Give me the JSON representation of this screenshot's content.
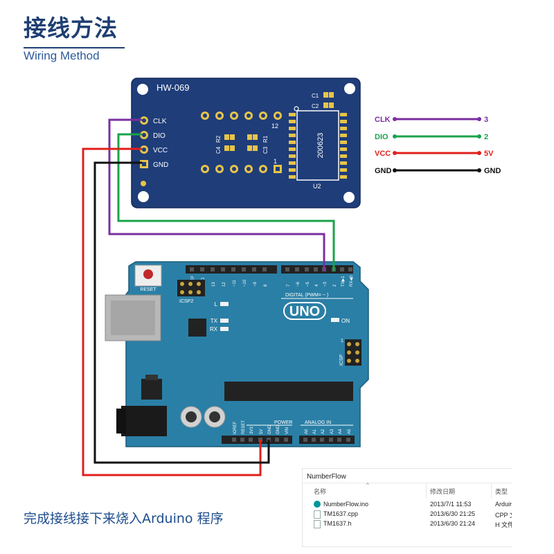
{
  "title": {
    "cn": "接线方法",
    "en": "Wiring Method"
  },
  "module": {
    "label": "HW-069",
    "pins": [
      "CLK",
      "DIO",
      "VCC",
      "GND"
    ],
    "chip_label": "200623",
    "chip_ref": "U2",
    "components": {
      "c1": "C1",
      "c2": "C2",
      "r1": "R1",
      "r2": "R2",
      "c3": "C3",
      "c4": "C4"
    },
    "display_pin_12": "12",
    "display_pin_1": "1",
    "color": "#1f3d79"
  },
  "wiring": [
    {
      "module_pin": "CLK",
      "arduino_pin": "3",
      "color": "#7b2fa0"
    },
    {
      "module_pin": "DIO",
      "arduino_pin": "2",
      "color": "#1aa34a"
    },
    {
      "module_pin": "VCC",
      "arduino_pin": "5V",
      "color": "#e0201b"
    },
    {
      "module_pin": "GND",
      "arduino_pin": "GND",
      "color": "#111111"
    }
  ],
  "arduino": {
    "model_label": "UNO",
    "reset_label": "RESET",
    "icsp2_label": "ICSP2",
    "icsp_label": "ICSP",
    "icsp_pin1": "1",
    "on_label": "ON",
    "led_labels": [
      "L",
      "TX",
      "RX"
    ],
    "digital_label": "DIGITAL (PWM= ~ )",
    "power_label": "POWER",
    "analog_label": "ANALOG IN",
    "digital_pins": [
      "AREF",
      "GND",
      "13",
      "12",
      "~11",
      "~10",
      "~9",
      "8",
      "7",
      "~6",
      "~5",
      "4",
      "~3",
      "2",
      "TX▶1",
      "RX◀0"
    ],
    "power_pins": [
      "IOREF",
      "RESET",
      "3V3",
      "5V",
      "GND",
      "GND",
      "VIN"
    ],
    "analog_pins": [
      "A0",
      "A1",
      "A2",
      "A3",
      "A4",
      "A5"
    ],
    "color": "#2a7fa6"
  },
  "caption": "完成接线接下来烧入Arduino 程序",
  "explorer": {
    "folder": "NumberFlow",
    "columns": [
      "名称",
      "修改日期",
      "类型"
    ],
    "files": [
      {
        "name": "NumberFlow.ino",
        "date": "2013/7/1 11:53",
        "type": "Arduir",
        "icon": "arduino-file"
      },
      {
        "name": "TM1637.cpp",
        "date": "2013/6/30 21:25",
        "type": "CPP 文",
        "icon": "document"
      },
      {
        "name": "TM1637.h",
        "date": "2013/6/30 21:24",
        "type": "H 文件",
        "icon": "document"
      }
    ]
  }
}
